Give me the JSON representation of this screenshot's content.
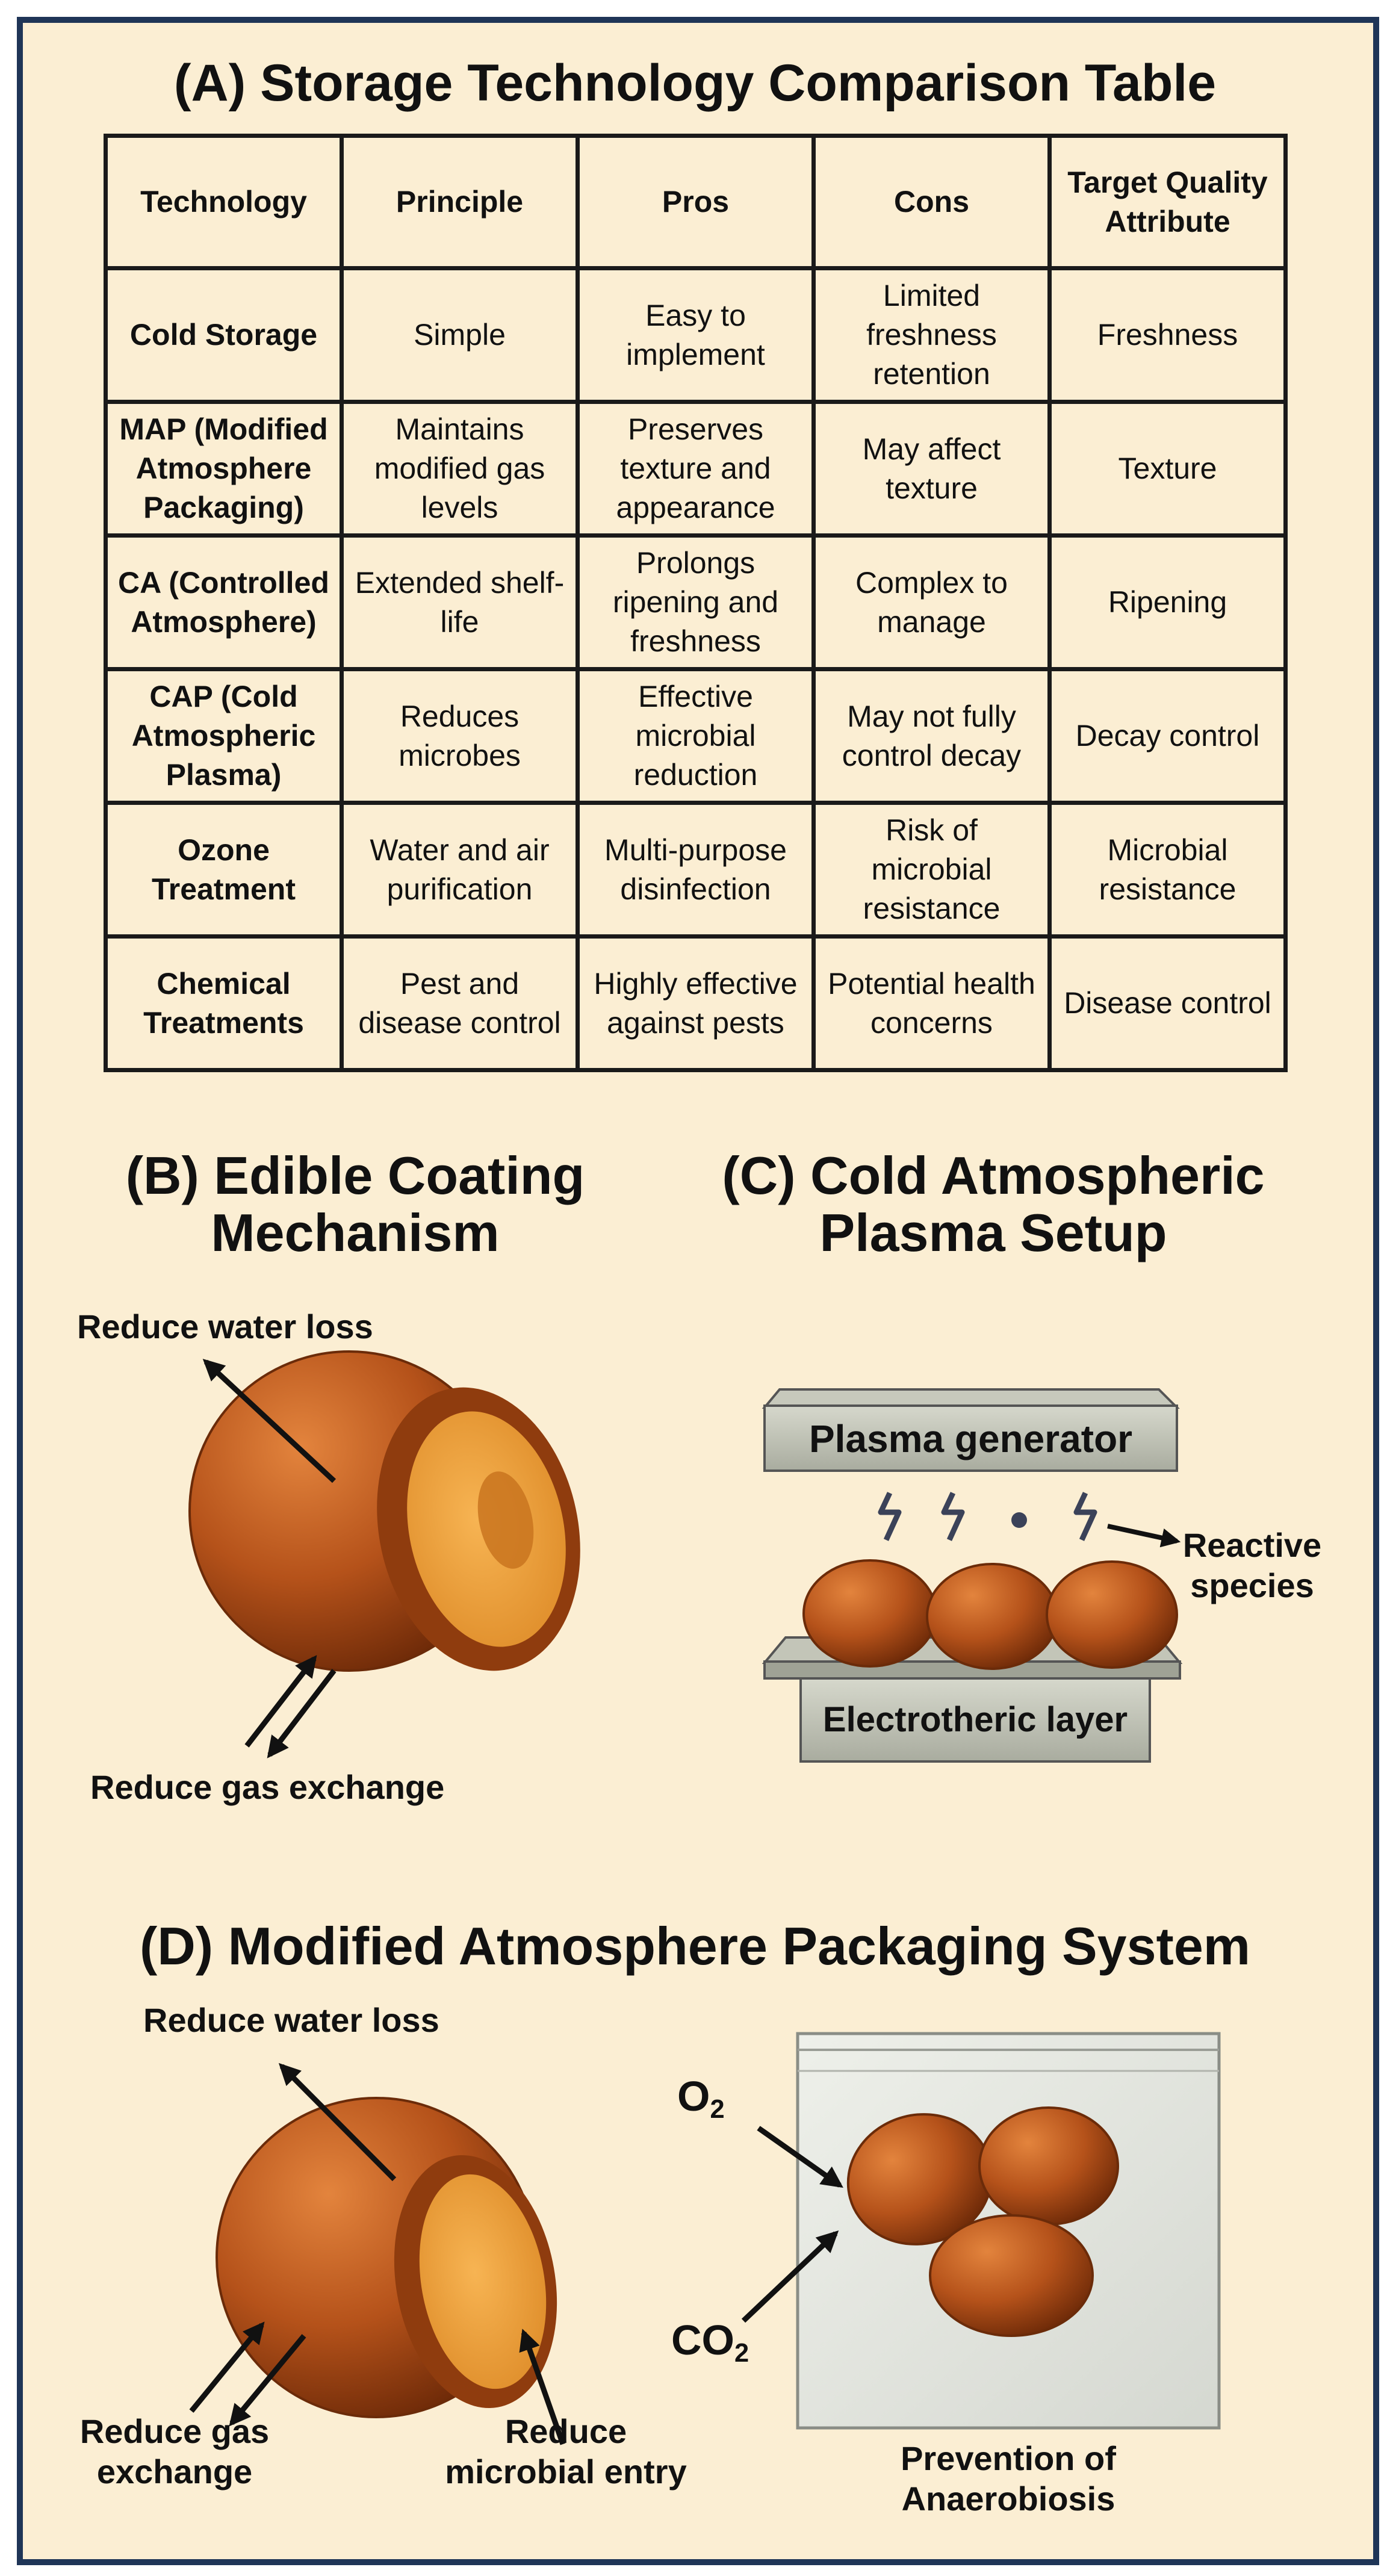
{
  "panel_a": {
    "title": "(A) Storage Technology Comparison Table",
    "headers": [
      "Technology",
      "Principle",
      "Pros",
      "Cons",
      "Target Quality Attribute"
    ],
    "rows": [
      [
        "Cold Storage",
        "Simple",
        "Easy to implement",
        "Limited freshness retention",
        "Freshness"
      ],
      [
        "MAP (Modified Atmosphere Packaging)",
        "Maintains modified gas levels",
        "Preserves texture and appearance",
        "May affect texture",
        "Texture"
      ],
      [
        "CA (Controlled Atmosphere)",
        "Extended shelf-life",
        "Prolongs ripening and freshness",
        "Complex to manage",
        "Ripening"
      ],
      [
        "CAP (Cold Atmospheric Plasma)",
        "Reduces microbes",
        "Effective microbial reduction",
        "May not fully control decay",
        "Decay control"
      ],
      [
        "Ozone Treatment",
        "Water and air purification",
        "Multi-purpose disinfection",
        "Risk of microbial resistance",
        "Microbial resistance"
      ],
      [
        "Chemical Treatments",
        "Pest and disease control",
        "Highly effective against pests",
        "Potential health concerns",
        "Disease control"
      ]
    ]
  },
  "panel_b": {
    "title_line1": "(B) Edible Coating",
    "title_line2": "Mechanism",
    "label_water": "Reduce water loss",
    "label_gas": "Reduce gas exchange"
  },
  "panel_c": {
    "title_line1": "(C) Cold Atmospheric",
    "title_line2": "Plasma Setup",
    "generator_label": "Plasma generator",
    "reactive_line1": "Reactive",
    "reactive_line2": "species",
    "layer_label": "Electrotheric layer"
  },
  "panel_d": {
    "title": "(D) Modified Atmosphere Packaging System",
    "label_water": "Reduce water loss",
    "label_gas_line1": "Reduce gas",
    "label_gas_line2": "exchange",
    "label_microbial_line1": "Reduce",
    "label_microbial_line2": "microbial entry",
    "o2_base": "O",
    "o2_sub": "2",
    "co2_base": "CO",
    "co2_sub": "2",
    "bag_caption_line1": "Prevention of",
    "bag_caption_line2": "Anaerobiosis"
  },
  "colors": {
    "border": "#1f3557",
    "background": "#fbeed3",
    "fruit": "#b4511a",
    "flesh": "#f2a444"
  }
}
